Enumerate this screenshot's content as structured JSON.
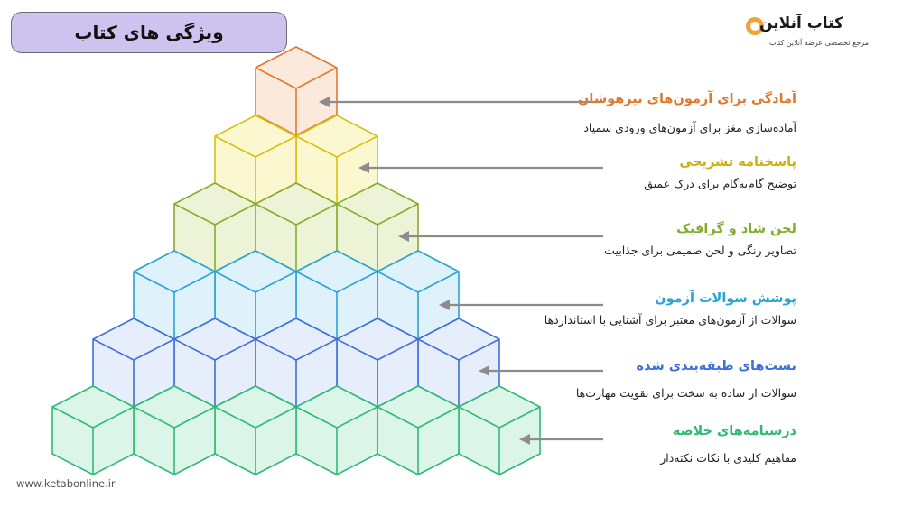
{
  "header": {
    "title": "ویژگی های کتاب"
  },
  "logo": {
    "name": "کتاب آنلاین",
    "tagline": "مرجع تخصصی عرضه آنلاین کتاب",
    "icon": "book-logo-icon"
  },
  "features": [
    {
      "title": "آمادگی برای آزمون‌های تیزهوشان",
      "desc": "آماده‌سازی مغز برای آزمون‌های ورودی سمپاد",
      "color": "#e0792e",
      "fill": "#fbe9dc"
    },
    {
      "title": "پاسخنامه تشریحی",
      "desc": "توضیح گام‌به‌گام برای درک عمیق",
      "color": "#d8c012",
      "fill": "#fbf7cf"
    },
    {
      "title": "لحن شاد و گرافیک",
      "desc": "تصاویر رنگی و لحن صمیمی برای جذابیت",
      "color": "#86ac2f",
      "fill": "#edf3d6"
    },
    {
      "title": "پوشش سوالات آزمون",
      "desc": "سوالات از آزمون‌های معتبر برای آشنایی با استانداردها",
      "color": "#29a3d6",
      "fill": "#dff1fa"
    },
    {
      "title": "تست‌های طبقه‌بندی شده",
      "desc": "سوالات از ساده به سخت برای تقویت مهارت‌ها",
      "color": "#3f6fdd",
      "fill": "#e6edfb"
    },
    {
      "title": "درسنامه‌های خلاصه",
      "desc": "مفاهیم کلیدی با نکات نکته‌دار",
      "color": "#2fba74",
      "fill": "#dcf5e9"
    }
  ],
  "footer": {
    "url": "www.ketabonline.ir"
  }
}
